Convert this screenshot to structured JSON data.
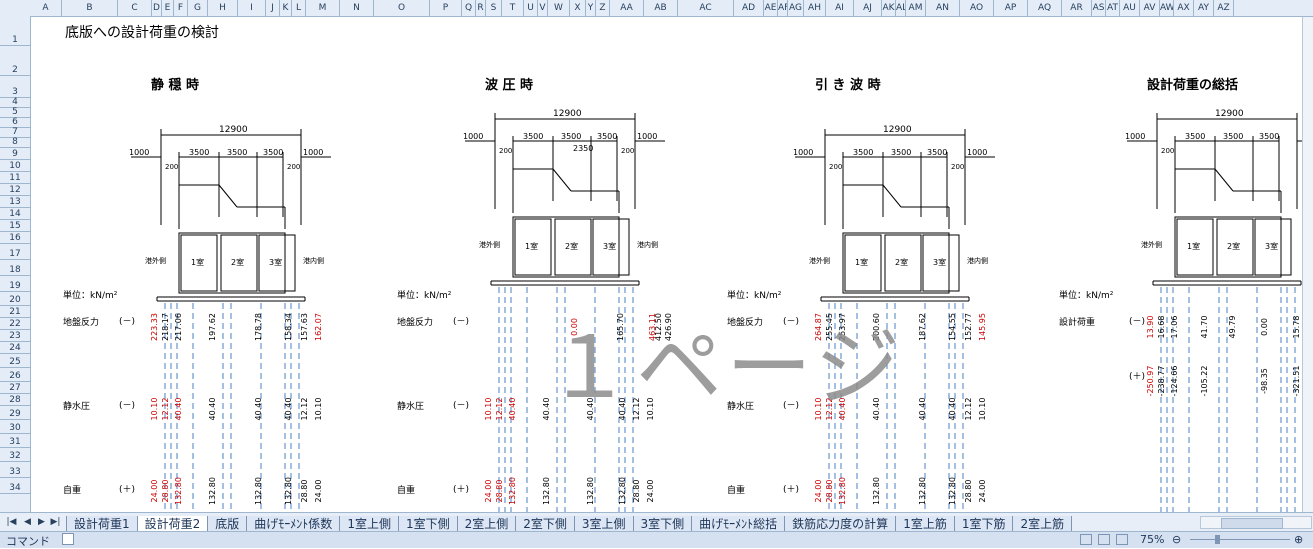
{
  "columns": [
    "A",
    "B",
    "C",
    "D",
    "E",
    "F",
    "G",
    "H",
    "I",
    "J",
    "K",
    "L",
    "M",
    "N",
    "O",
    "P",
    "Q",
    "R",
    "S",
    "T",
    "U",
    "V",
    "W",
    "X",
    "Y",
    "Z",
    "AA",
    "AB",
    "AC",
    "AD",
    "AE",
    "AF",
    "AG",
    "AH",
    "AI",
    "AJ",
    "AK",
    "AL",
    "AM",
    "AN",
    "AO",
    "AP",
    "AQ",
    "AR",
    "AS",
    "AT",
    "AU",
    "AV",
    "AW",
    "AX",
    "AY",
    "AZ"
  ],
  "rows": [
    "1",
    "2",
    "3",
    "4",
    "5",
    "6",
    "7",
    "8",
    "9",
    "10",
    "11",
    "12",
    "13",
    "14",
    "15",
    "16",
    "17",
    "18",
    "19",
    "20",
    "21",
    "22",
    "23",
    "24",
    "25",
    "26",
    "27",
    "28",
    "29",
    "30",
    "31",
    "32",
    "33",
    "34"
  ],
  "sheet_title": "底版への設計荷重の検討",
  "sections": [
    {
      "title": "静 穏 時",
      "total": "12900",
      "dims": [
        "1000",
        "3500",
        "3500",
        "3500",
        "1000"
      ],
      "left_small": "200",
      "right_small": "200",
      "port": "港外側",
      "harbor": "港内側",
      "rooms": [
        "1室",
        "2室",
        "3室"
      ]
    },
    {
      "title": "波 圧 時",
      "total": "12900",
      "dims": [
        "1000",
        "3500",
        "3500",
        "3500",
        "1000"
      ],
      "left_small": "200",
      "right_small": "200",
      "extra": "2350",
      "port": "港外側",
      "harbor": "港内側",
      "rooms": [
        "1室",
        "2室",
        "3室"
      ]
    },
    {
      "title": "引 き 波 時",
      "total": "12900",
      "dims": [
        "1000",
        "3500",
        "3500",
        "3500",
        "1000"
      ],
      "left_small": "200",
      "right_small": "200",
      "port": "港外側",
      "harbor": "港内側",
      "rooms": [
        "1室",
        "2室",
        "3室"
      ]
    },
    {
      "title": "設計荷重の総括",
      "total": "12900",
      "dims": [
        "1000",
        "3500",
        "3500",
        "3500"
      ],
      "left_small": "200",
      "port": "港外側",
      "rooms": [
        "1室",
        "2室",
        "3室"
      ]
    }
  ],
  "labels": {
    "unit": "単位：kN/m²",
    "ground": "地盤反力",
    "hydro": "静水圧",
    "self": "自重",
    "design": "設計荷重",
    "minus": "(－)",
    "plus": "(＋)"
  },
  "values": {
    "s1_ground": [
      "223.33",
      "218.17",
      "217.06",
      "197.62",
      "178.78",
      "158.34",
      "157.63",
      "162.07"
    ],
    "s1_hydro": [
      "10.10",
      "12.12",
      "40.40",
      "40.40",
      "40.40",
      "40.40",
      "12.12",
      "10.10"
    ],
    "s1_self": [
      "24.00",
      "28.80",
      "132.80",
      "132.80",
      "132.80",
      "132.80",
      "28.80",
      "24.00"
    ],
    "s2_ground": [
      "0.00",
      "165.70",
      "412.50",
      "426.90",
      "463.11"
    ],
    "s2_hydro": [
      "10.10",
      "12.12",
      "40.40",
      "40.40",
      "40.40",
      "40.40",
      "12.12",
      "10.10"
    ],
    "s2_self": [
      "24.00",
      "28.80",
      "132.80",
      "132.80",
      "132.80",
      "132.80",
      "28.80",
      "24.00"
    ],
    "s3_ground": [
      "264.87",
      "255.45",
      "253.97",
      "200.60",
      "187.62",
      "154.55",
      "152.77",
      "145.95"
    ],
    "s3_hydro": [
      "10.10",
      "12.12",
      "40.40",
      "40.40",
      "40.40",
      "40.40",
      "12.12",
      "10.10"
    ],
    "s3_self": [
      "24.00",
      "28.80",
      "132.80",
      "132.80",
      "132.80",
      "132.80",
      "28.80",
      "24.00"
    ],
    "s4_minus": [
      "13.90",
      "16.68",
      "17.06",
      "41.70",
      "49.79",
      "0.00",
      "15.78"
    ],
    "s4_plus": [
      "-250.97",
      "-238.77",
      "-124.66",
      "-105.22",
      "-98.35",
      "-321.51"
    ]
  },
  "watermark": "１ページ",
  "tabs": [
    "設計荷重1",
    "設計荷重2",
    "底版",
    "曲げﾓｰﾒﾝﾄ係数",
    "1室上側",
    "1室下側",
    "2室上側",
    "2室下側",
    "3室上側",
    "3室下側",
    "曲げﾓｰﾒﾝﾄ総括",
    "鉄筋応力度の計算",
    "1室上筋",
    "1室下筋",
    "2室上筋"
  ],
  "active_tab": "設計荷重2",
  "status": {
    "mode": "コマンド",
    "zoom": "75%"
  },
  "colors": {
    "red": "#cc0000",
    "blue_dash": "#4a7fc1",
    "header": "#e4ecf7"
  }
}
